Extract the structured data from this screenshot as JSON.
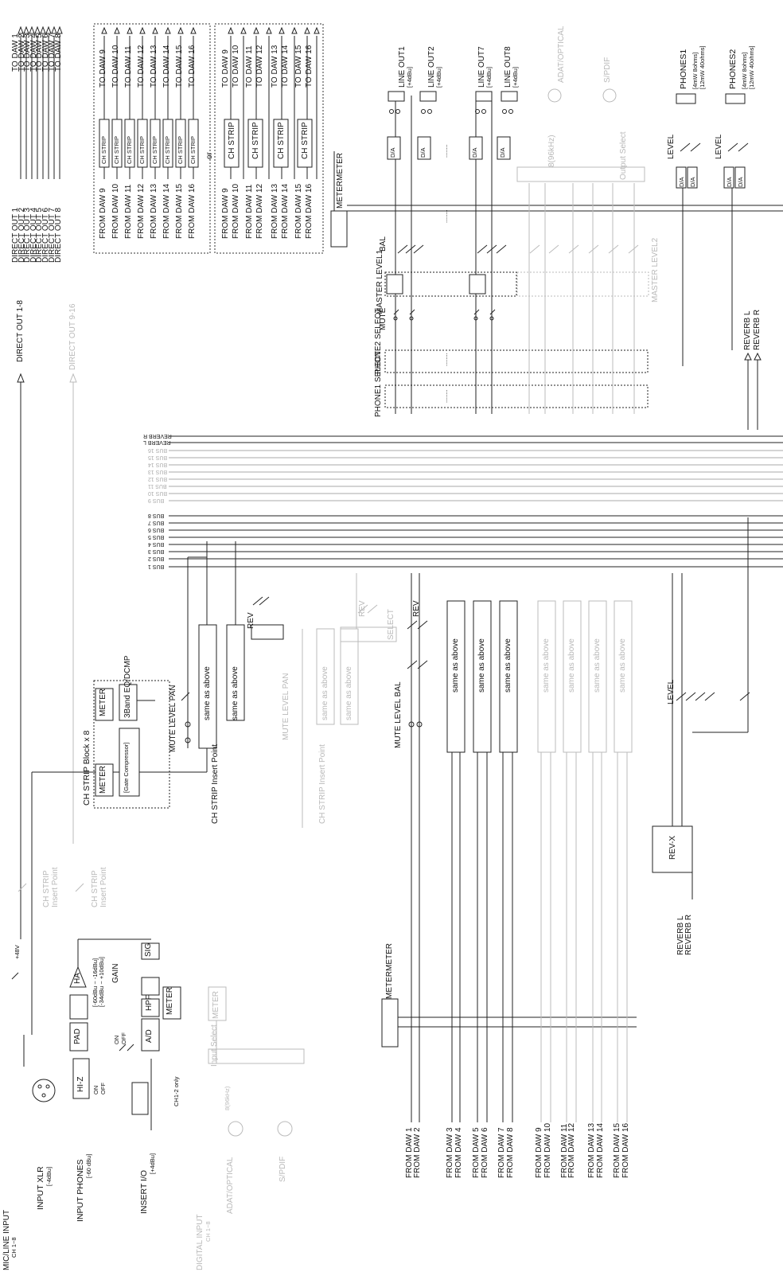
{
  "direct_out_list": [
    "DIRECT OUT 1",
    "DIRECT OUT 2",
    "DIRECT OUT 3",
    "DIRECT OUT 4",
    "DIRECT OUT 5",
    "DIRECT OUT 6",
    "DIRECT OUT 7",
    "DIRECT OUT 8"
  ],
  "to_daw_1_8": [
    "TO DAW 1",
    "TO DAW 2",
    "TO DAW 3",
    "TO DAW 4",
    "TO DAW 5",
    "TO DAW 6",
    "TO DAW 7",
    "TO DAW 8"
  ],
  "box_a": {
    "from": [
      "FROM DAW 9",
      "FROM DAW 10",
      "FROM DAW 11",
      "FROM DAW 12",
      "FROM DAW 13",
      "FROM DAW 14",
      "FROM DAW 15",
      "FROM DAW 16"
    ],
    "strip": "CH STRIP",
    "to": [
      "TO DAW 9",
      "TO DAW 10",
      "TO DAW 11",
      "TO DAW 12",
      "TO DAW 13",
      "TO DAW 14",
      "TO DAW 15",
      "TO DAW 16"
    ]
  },
  "or_label": "or",
  "box_b": {
    "from": [
      "FROM DAW 9",
      "FROM DAW 10",
      "FROM DAW 11",
      "FROM DAW 12",
      "FROM DAW 13",
      "FROM DAW 14",
      "FROM DAW 15",
      "FROM DAW 16"
    ],
    "strip": "CH STRIP",
    "to": [
      "TO DAW 9",
      "TO DAW 10",
      "TO DAW 11",
      "TO DAW 12",
      "TO DAW 13",
      "TO DAW 14",
      "TO DAW 15",
      "TO DAW 16"
    ]
  },
  "direct_out_1_8": "DIRECT OUT 1-8",
  "direct_out_9_16": "DIRECT OUT 9-16",
  "meter_top": "METERMETER",
  "line_out1": "LINE OUT1",
  "line_out2": "LINE OUT2",
  "line_out7": "LINE OUT7",
  "line_out8": "LINE OUT8",
  "line_level": "[+4dBu]",
  "da": "D/A",
  "adat_optical": "ADAT/OPTICAL",
  "spdif": "S/PDIF",
  "output_select": "Output Select",
  "out_fs": "8(96kHz)",
  "bal": "BAL",
  "master_level1": "MASTER LEVEL1",
  "master_level2": "MASTER LEVEL2",
  "mute": "MUTE",
  "phone2_select": "PHONE2 SELECT",
  "phone1_select": "PHONE1 SELECT",
  "phones1": "PHONES1",
  "phones2": "PHONES2",
  "phones_spec_a": "[4mW 8ohms]",
  "phones_spec_b": "[12mW 40ohms]",
  "level": "LEVEL",
  "reverb_l": "REVERB L",
  "reverb_r": "REVERB R",
  "bus_labels": [
    "REVERB R",
    "REVERB L",
    "BUS 16",
    "BUS 15",
    "BUS 14",
    "BUS 13",
    "BUS 12",
    "BUS 11",
    "BUS 10",
    "BUS 9",
    "BUS 8",
    "BUS 7",
    "BUS 6",
    "BUS 5",
    "BUS 4",
    "BUS 3",
    "BUS 2",
    "BUS 1"
  ],
  "rev": "REV",
  "mute_level_pan": "MUTE LEVEL PAN",
  "mute_level_bal": "MUTE LEVEL BAL",
  "same_as_above": "same as above",
  "ch_strip_block": "CH STRIP Block x 8",
  "meter": "METER",
  "gate_comp": "[Gate Compressor]",
  "eq_label": "3Band EQ/DCMP",
  "ch_strip_insert": "CH STRIP Insert Point",
  "ch_strip_top": "CH STRIP",
  "insert_point": "Insert Point",
  "select_box": "SELECT",
  "rev_x": "REV-X",
  "mic_line_input": "MIC/LINE INPUT",
  "ch_1_8": "CH 1~8",
  "input_xlr": "INPUT XLR",
  "input_xlr_level": "[-4dBu]",
  "input_phones": "INPUT PHONES",
  "input_phones_level": "[-60 dBu]",
  "insert_io": "INSERT I/O",
  "insert_io_level": "[+4dBu]",
  "digital_input": "DIGITAL INPUT",
  "dig_ch": "CH 1~8",
  "input_select": "Input Select",
  "adat_fs": "8(96kHz)",
  "ch12_only": "CH1-2 only",
  "plus48v": "+48V",
  "pad": "PAD",
  "hiz": "HI-Z",
  "ha": "HA",
  "gain": "GAIN",
  "ad": "A/D",
  "hpf": "HPF",
  "pad_range": "[-60dBu ~ -16dBu]",
  "pad_range2": "[-34dBu ~ +10dBu]",
  "on": "ON",
  "off": "OFF",
  "sig": "SIG",
  "meter_bottom": "METERMETER",
  "from_daw_bottom": [
    "FROM DAW 1",
    "FROM DAW 2",
    "FROM DAW 3",
    "FROM DAW 4",
    "FROM DAW 5",
    "FROM DAW 6",
    "FROM DAW 7",
    "FROM DAW 8",
    "FROM DAW 9",
    "FROM DAW 10",
    "FROM DAW 11",
    "FROM DAW 12",
    "FROM DAW 13",
    "FROM DAW 14",
    "FROM DAW 15",
    "FROM DAW 16"
  ],
  "dots": "........"
}
